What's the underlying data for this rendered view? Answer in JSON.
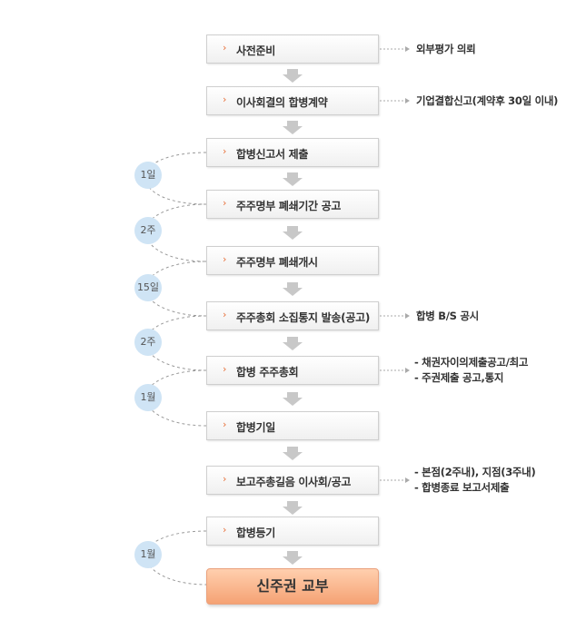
{
  "steps": [
    {
      "label": "사전준비"
    },
    {
      "label": "이사회결의 합병계약"
    },
    {
      "label": "합병신고서 제출"
    },
    {
      "label": "주주명부 폐쇄기간 공고"
    },
    {
      "label": "주주명부 폐쇄개시"
    },
    {
      "label": "주주총회 소집통지 발송(공고)"
    },
    {
      "label": "합병 주주총회"
    },
    {
      "label": "합병기일"
    },
    {
      "label": "보고주총길음 이사회/공고"
    },
    {
      "label": "합병등기"
    }
  ],
  "final_step": {
    "label": "신주권 교부"
  },
  "side_notes": {
    "prep": "외부평가 의뢰",
    "board": "기업결합신고(계약후 30일 이내)",
    "notice": "합병 B/S 공시",
    "meeting": [
      "- 채권자이의제출공고/최고",
      "- 주권제출 공고,통지"
    ],
    "report": [
      "- 본점(2주내), 지점(3주내)",
      "- 합병종료 보고서제출"
    ]
  },
  "durations": [
    "1일",
    "2주",
    "15일",
    "2주",
    "1월",
    "1월"
  ],
  "colors": {
    "chevron": "#e8703a",
    "arrow": "#c8c8c8",
    "circle": "#cfe4f5",
    "final_fill": "#f5a274"
  }
}
